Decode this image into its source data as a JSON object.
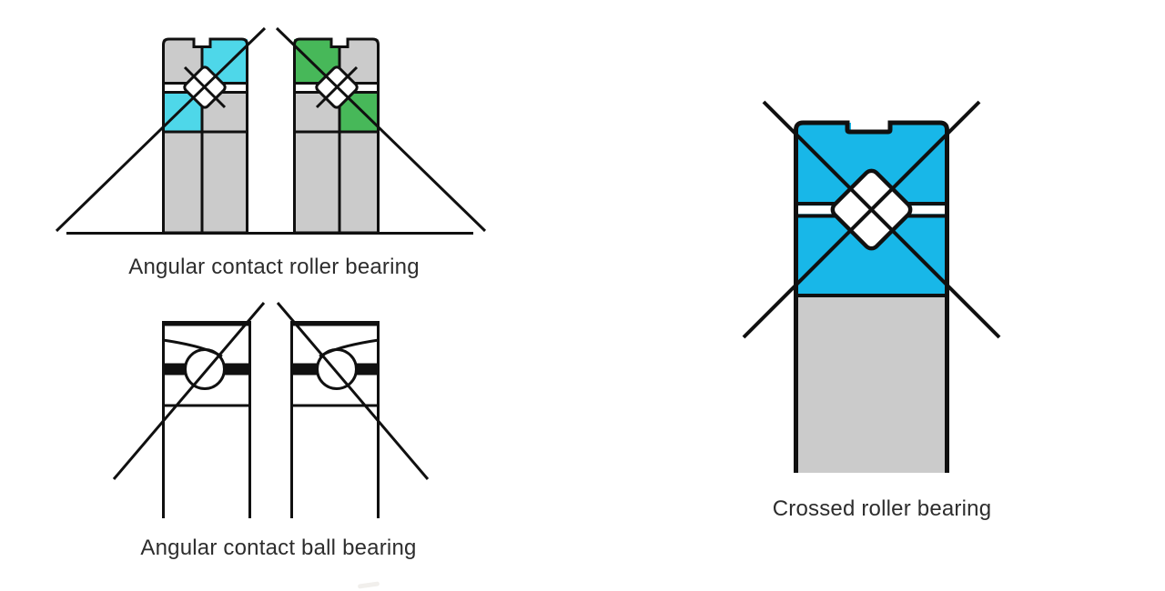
{
  "page": {
    "background": "#ffffff"
  },
  "colors": {
    "line": "#101010",
    "gray": "#cbcbcb",
    "cyan_light": "#4ed7e9",
    "green": "#47b859",
    "cyan_deep": "#18b7e8",
    "white": "#ffffff",
    "text": "#2d2d2d"
  },
  "captions": {
    "angular_roller": "Angular contact roller bearing",
    "angular_ball": "Angular contact ball bearing",
    "crossed_roller": "Crossed roller bearing"
  }
}
